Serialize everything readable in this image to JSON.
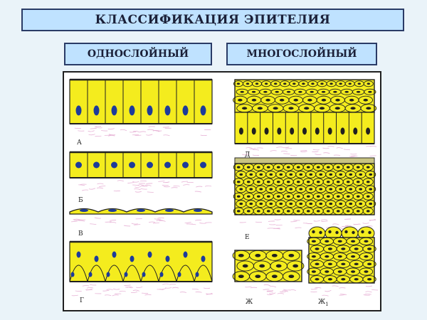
{
  "title": "КЛАССИФИКАЦИЯ ЭПИТЕЛИЯ",
  "headers": {
    "left": "ОДНОСЛОЙНЫЙ",
    "right": "МНОГОСЛОЙНЫЙ"
  },
  "labels": {
    "a": "А",
    "b": "Б",
    "v": "В",
    "g": "Г",
    "d": "Д",
    "e": "Е",
    "zh": "Ж",
    "zh1": "Ж",
    "zh1_sub": "1"
  },
  "colors": {
    "cell": "#f4ec1e",
    "nucleus_left": "#1d3b9a",
    "nucleus_right": "#202020",
    "membrane": "#202020",
    "tissue": "#e7b3d6"
  }
}
